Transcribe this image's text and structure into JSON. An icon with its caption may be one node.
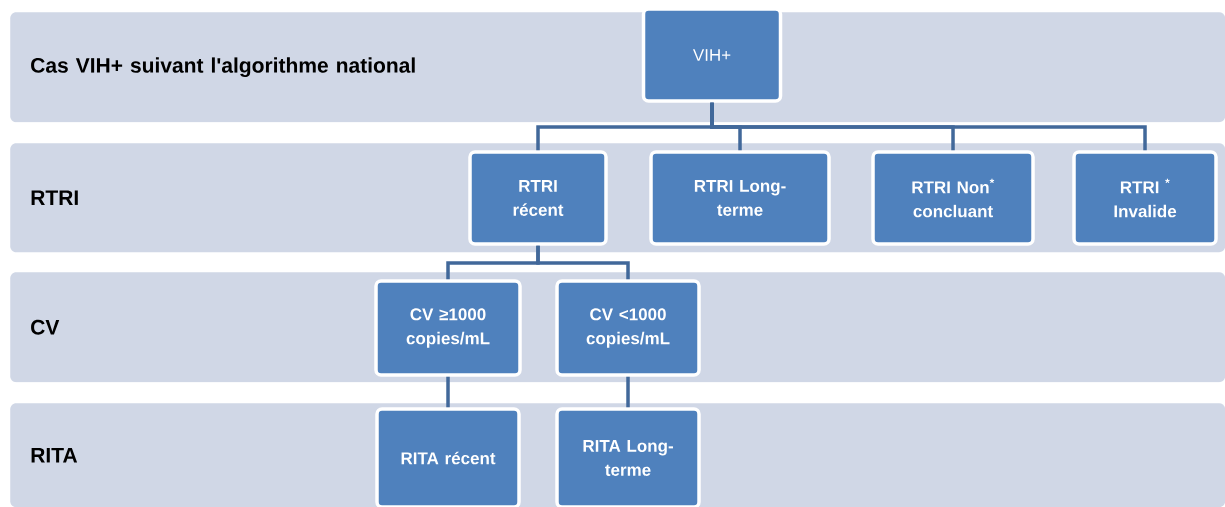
{
  "diagram": {
    "nodes": [
      {
        "text": [
          "Cas VIH+ suivant l'algorithme national"
        ]
      },
      {
        "text": [
          "VIH+"
        ],
        "in": 0
      },
      {
        "text": [
          "RTRI"
        ]
      },
      {
        "text": [
          "RTRI récent"
        ],
        "in": 2
      },
      {
        "text": [
          "RTRI Long-terme"
        ],
        "in": 2
      },
      {
        "text": [
          "RTRI Non$^{*}$ concluant"
        ],
        "in": 2
      },
      {
        "text": [
          "RTRI $^{*}$ Invalide"
        ],
        "in": 2
      },
      {
        "text": [
          "CV"
        ]
      },
      {
        "text": [
          "CV ≥1000 copies/mL"
        ],
        "in": 7
      },
      {
        "text": [
          "CV <1000 copies/mL"
        ],
        "in": 7
      },
      {
        "text": [
          "RITA"
        ]
      },
      {
        "text": [
          "RITA récent"
        ],
        "in": 10
      },
      {
        "text": [
          "RITA Long-terme"
        ],
        "in": 10
      }
    ],
    "edges": [
      {
        "from": 1,
        "to": 3,
        "arrow": "none"
      },
      {
        "from": 1,
        "to": 4,
        "arrow": "none"
      },
      {
        "from": 1,
        "to": 5,
        "arrow": "none"
      },
      {
        "from": 1,
        "to": 6,
        "arrow": "none"
      },
      {
        "from": 3,
        "to": 8,
        "arrow": "none"
      },
      {
        "from": 3,
        "to": 9,
        "arrow": "none"
      },
      {
        "from": 8,
        "to": 11,
        "arrow": "none"
      },
      {
        "from": 9,
        "to": 12,
        "arrow": "none"
      }
    ]
  }
}
